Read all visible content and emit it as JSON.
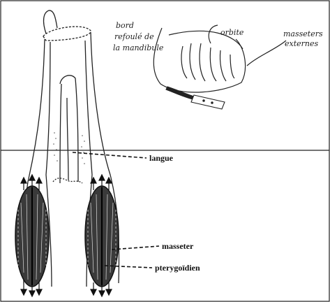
{
  "top_panel": {
    "note_line1": "bord",
    "note_line2": "refoulé de",
    "note_line3": "la mandibule",
    "orbit_label": "orbite",
    "masseter_ext_line1": "masseters",
    "masseter_ext_line2": "externes"
  },
  "labels": {
    "tongue": "langue",
    "masseter": "masseter",
    "pterygoid": "pterygoïdien"
  }
}
